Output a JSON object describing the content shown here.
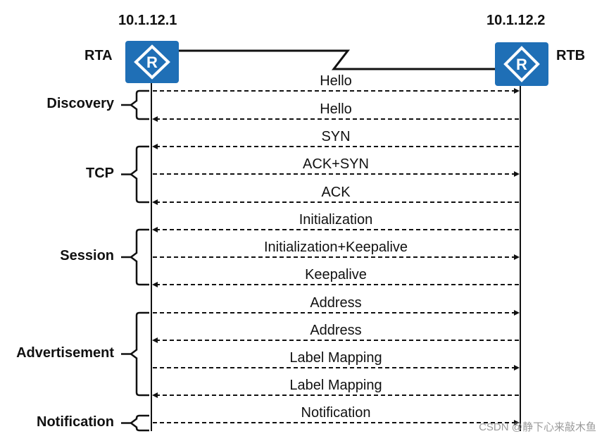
{
  "routers": {
    "left": {
      "name": "RTA",
      "ip": "10.1.12.1",
      "icon": "router-icon"
    },
    "right": {
      "name": "RTB",
      "ip": "10.1.12.2",
      "icon": "router-icon"
    }
  },
  "colors": {
    "router_fill": "#1f6fb6",
    "line": "#111111"
  },
  "phases": [
    {
      "label": "Discovery"
    },
    {
      "label": "TCP"
    },
    {
      "label": "Session"
    },
    {
      "label": "Advertisement"
    },
    {
      "label": "Notification"
    }
  ],
  "messages": [
    {
      "label": "Hello",
      "direction": "right",
      "phase": 0
    },
    {
      "label": "Hello",
      "direction": "left",
      "phase": 0
    },
    {
      "label": "SYN",
      "direction": "left",
      "phase": 1
    },
    {
      "label": "ACK+SYN",
      "direction": "right",
      "phase": 1
    },
    {
      "label": "ACK",
      "direction": "left",
      "phase": 1
    },
    {
      "label": "Initialization",
      "direction": "left",
      "phase": 2
    },
    {
      "label": "Initialization+Keepalive",
      "direction": "right",
      "phase": 2
    },
    {
      "label": "Keepalive",
      "direction": "left",
      "phase": 2
    },
    {
      "label": "Address",
      "direction": "right",
      "phase": 3
    },
    {
      "label": "Address",
      "direction": "left",
      "phase": 3
    },
    {
      "label": "Label Mapping",
      "direction": "right",
      "phase": 3
    },
    {
      "label": "Label Mapping",
      "direction": "left",
      "phase": 3
    },
    {
      "label": "Notification",
      "direction": "right",
      "phase": 4
    }
  ],
  "watermark": "CSDN @静下心来敲木鱼"
}
